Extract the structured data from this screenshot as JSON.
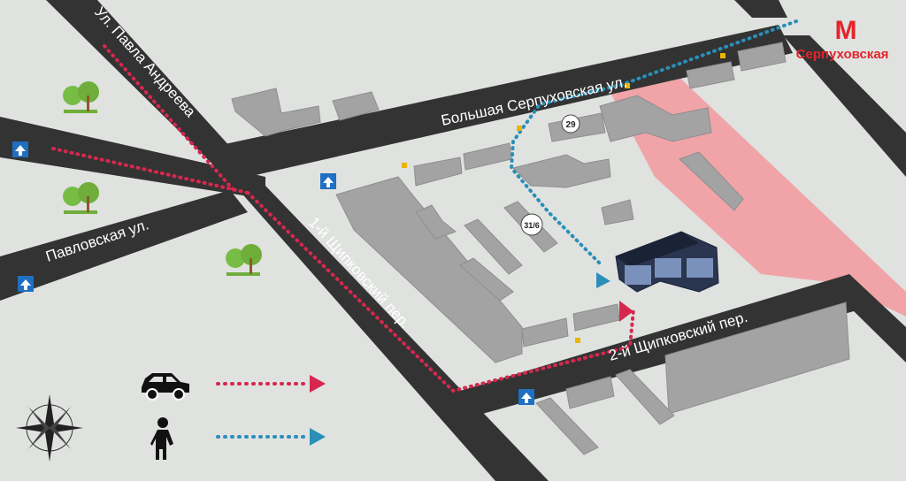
{
  "streets": {
    "bolshaya_serpukhovskaya": "Большая Серпуховская ул.",
    "pavla_andreeva": "Ул. Павла Андреева",
    "pavlovskaya": "Павловская ул.",
    "shchipkovsky_1": "1-й Щипковский пер.",
    "shchipkovsky_2": "2-й Щипковский пер."
  },
  "metro": {
    "letter": "М",
    "station": "Серпуховская",
    "color": "#e3242b"
  },
  "house_numbers": {
    "n29": "29",
    "n31_6": "31/6"
  },
  "legend": [
    {
      "mode": "car",
      "icon": "car-icon",
      "route_color": "#d6284f",
      "style": "dotted"
    },
    {
      "mode": "walk",
      "icon": "pedestrian-icon",
      "route_color": "#2a8fb8",
      "style": "dotted"
    }
  ],
  "colors": {
    "background": "#dfe2df",
    "road": "#333333",
    "building": "#a3a3a3",
    "target_building": "#1f2d4a",
    "restricted_zone": "#f0a4a8",
    "car_route": "#d6284f",
    "walk_route": "#2a8fb8",
    "one_way_sign": "#1f6fc2"
  }
}
